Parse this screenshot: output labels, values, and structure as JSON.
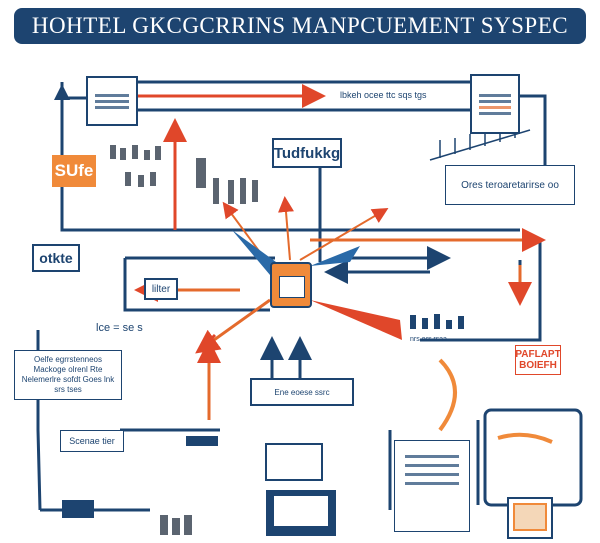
{
  "title": "HOHTEL GKCGCRRINS MANPCUEMENT SYSPEC",
  "nodes": {
    "top_center": "Tudfukkg",
    "left_label_1": "SUfe",
    "left_label_2": "otkte",
    "top_link": "lbkeh ocee ttc sqs tgs",
    "right_box": "Ores teroaretarirse oo",
    "left_mid_box": "lilter",
    "left_caption": "lce = se s",
    "bottom_left_box": "Oelfe egrrstenneos Mackoge olrenl Rte Nelemerlre sofdt Goes lnk srs tses",
    "right_orange": "PAFLAPT BOIEFH",
    "right_caption": "nrs ecr rsaa",
    "bottom_left_small": "Scenae tier",
    "center_bottom_box": "Ene eoese ssrc"
  },
  "colors": {
    "navy": "#1d4470",
    "orange": "#f08a3a",
    "red": "#e0472a"
  }
}
